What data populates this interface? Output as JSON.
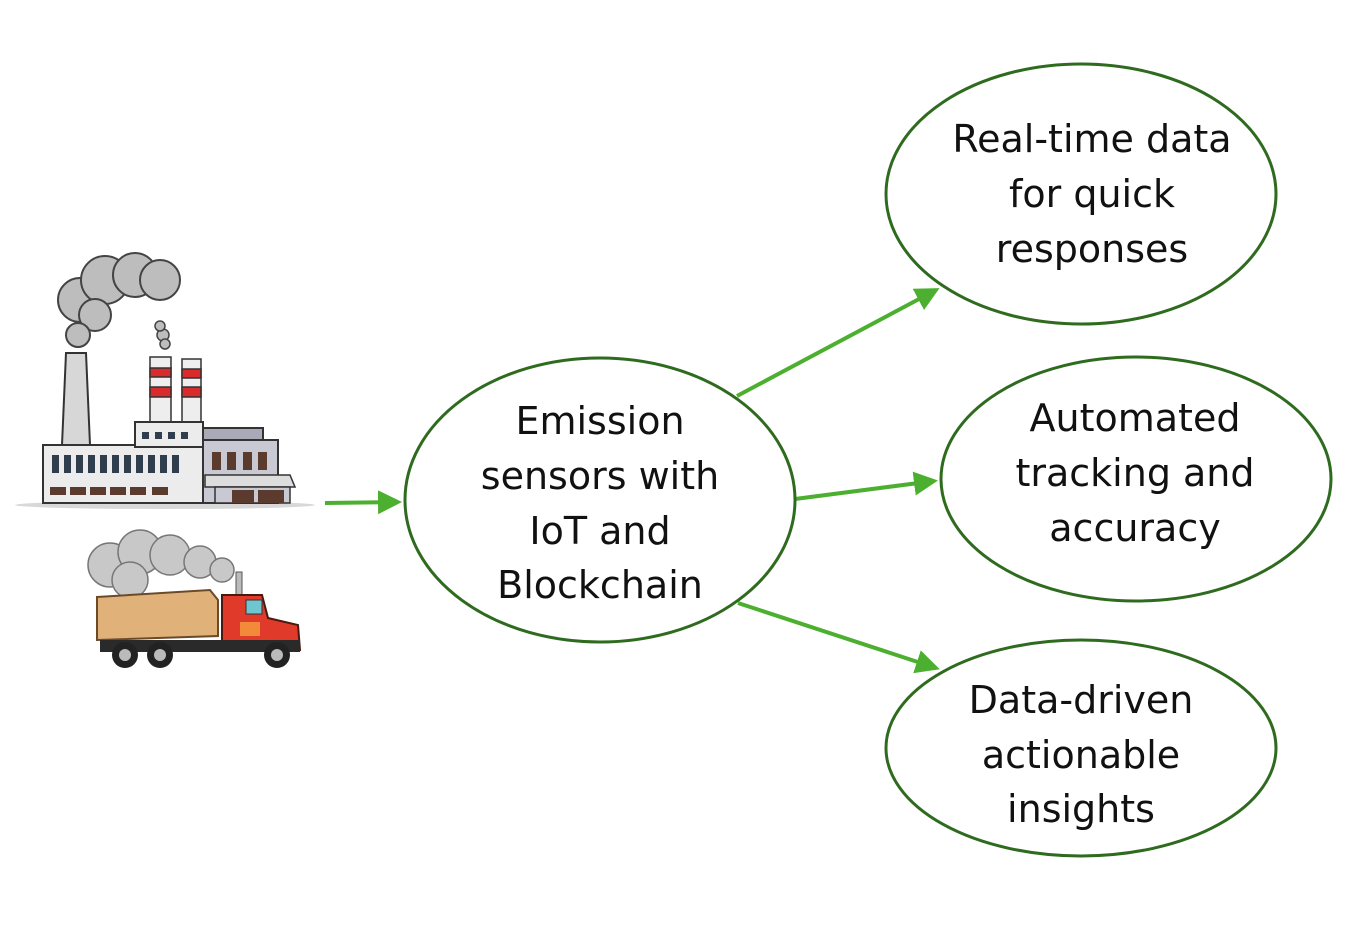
{
  "diagram": {
    "colors": {
      "ellipse_stroke": "#2f6b1f",
      "arrow": "#4caf2f"
    },
    "sources": [
      {
        "id": "factory",
        "label": "Factory with smoking chimneys (illustration)"
      },
      {
        "id": "truck",
        "label": "Emitting truck (illustration)"
      }
    ],
    "center": {
      "lines": [
        "Emission",
        "sensors with",
        "IoT and",
        "Blockchain"
      ]
    },
    "outcomes": [
      {
        "id": "realtime",
        "lines": [
          "Real-time data",
          "for quick",
          "responses"
        ]
      },
      {
        "id": "automated",
        "lines": [
          "Automated",
          "tracking and",
          "accuracy"
        ]
      },
      {
        "id": "insights",
        "lines": [
          "Data-driven",
          "actionable",
          "insights"
        ]
      }
    ]
  }
}
